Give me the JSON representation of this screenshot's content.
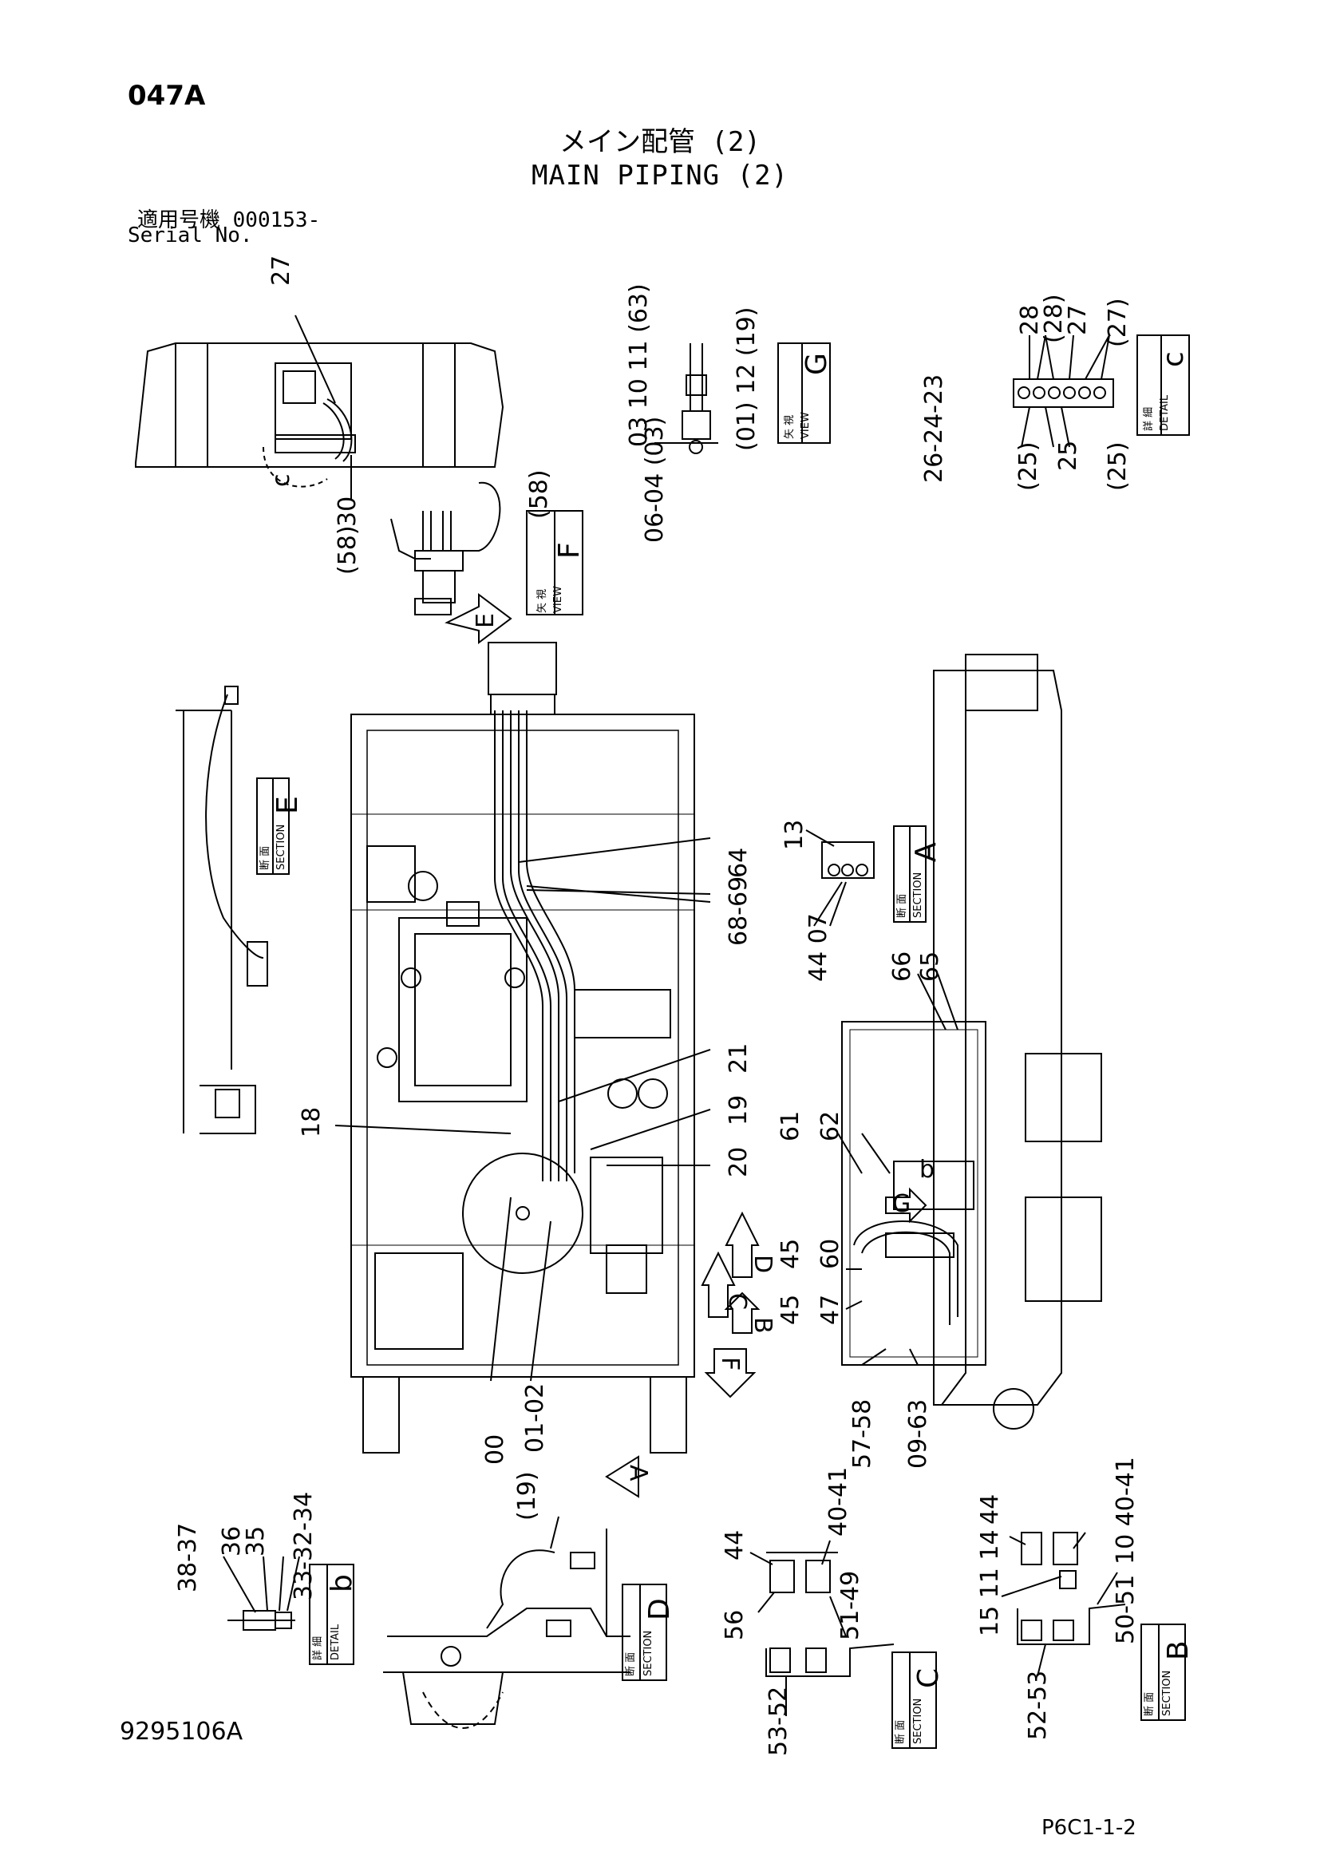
{
  "header": {
    "code": "047A",
    "title_jp": "メイン配管 (2)",
    "title_en": "MAIN PIPING (2)",
    "serial_jp": "適用号機 000153-",
    "serial_en": "Serial No."
  },
  "footer": {
    "drawing_no": "9295106A",
    "page_ref": "P6C1-1-2"
  },
  "views": {
    "view_g": {
      "jp": "矢 視",
      "en": "VIEW",
      "letter": "G"
    },
    "view_f": {
      "jp": "矢 視",
      "en": "VIEW",
      "letter": "F"
    },
    "detail_c": {
      "jp": "詳 細",
      "en": "DETAIL",
      "letter": "c"
    },
    "detail_b": {
      "jp": "詳 細",
      "en": "DETAIL",
      "letter": "b"
    },
    "section_e": {
      "jp": "断 面",
      "en": "SECTION",
      "letter": "E"
    },
    "section_a": {
      "jp": "断 面",
      "en": "SECTION",
      "letter": "A"
    },
    "section_d": {
      "jp": "断 面",
      "en": "SECTION",
      "letter": "D"
    },
    "section_c": {
      "jp": "断 面",
      "en": "SECTION",
      "letter": "C"
    },
    "section_b": {
      "jp": "断 面",
      "en": "SECTION",
      "letter": "B"
    }
  },
  "arrows": {
    "e": "E",
    "d": "D",
    "c": "C",
    "b": "B",
    "f": "F",
    "a": "A",
    "g": "G",
    "b_small": "b",
    "c_small": "c"
  },
  "labels": {
    "top_left_27": "27",
    "top_left_30": "30",
    "top_left_58a": "(58)",
    "top_left_58b": "(58)",
    "g_03_10_11_63": "03 10 11 (63)",
    "g_01_12_19": "(01) 12 (19)",
    "g_06_04_03": "06-04 (03)",
    "c_28": "28",
    "c_p28": "(28)",
    "c_27": "27",
    "c_p27": "(27)",
    "c_26_24_23": "26-24-23",
    "c_p25a": "(25)",
    "c_25": "25",
    "c_p25b": "(25)",
    "a_13": "13",
    "a_44_07": "44 07",
    "m_64": "64",
    "m_68_69": "68-69",
    "m_21": "21",
    "m_19": "19",
    "m_20": "20",
    "m_18": "18",
    "m_00": "00",
    "m_01_02": "01-02",
    "r_66": "66",
    "r_65": "65",
    "r_61": "61",
    "r_62": "62",
    "r_45a": "45",
    "r_60": "60",
    "r_45b": "45",
    "r_47": "47",
    "r_57_58": "57-58",
    "r_09_63": "09-63",
    "b_38_37": "38-37",
    "b_36": "36",
    "b_35": "35",
    "b_33_32_34": "33-32-34",
    "d_19": "(19)",
    "sc_44": "44",
    "sc_40_41": "40-41",
    "sc_56": "56",
    "sc_51_49": "51-49",
    "sc_53_52": "53-52",
    "sb_44": "44",
    "sb_10_40_41": "10 40-41",
    "sb_15_11_14": "15 11 14",
    "sb_50_51": "50-51",
    "sb_52_53": "52-53"
  }
}
